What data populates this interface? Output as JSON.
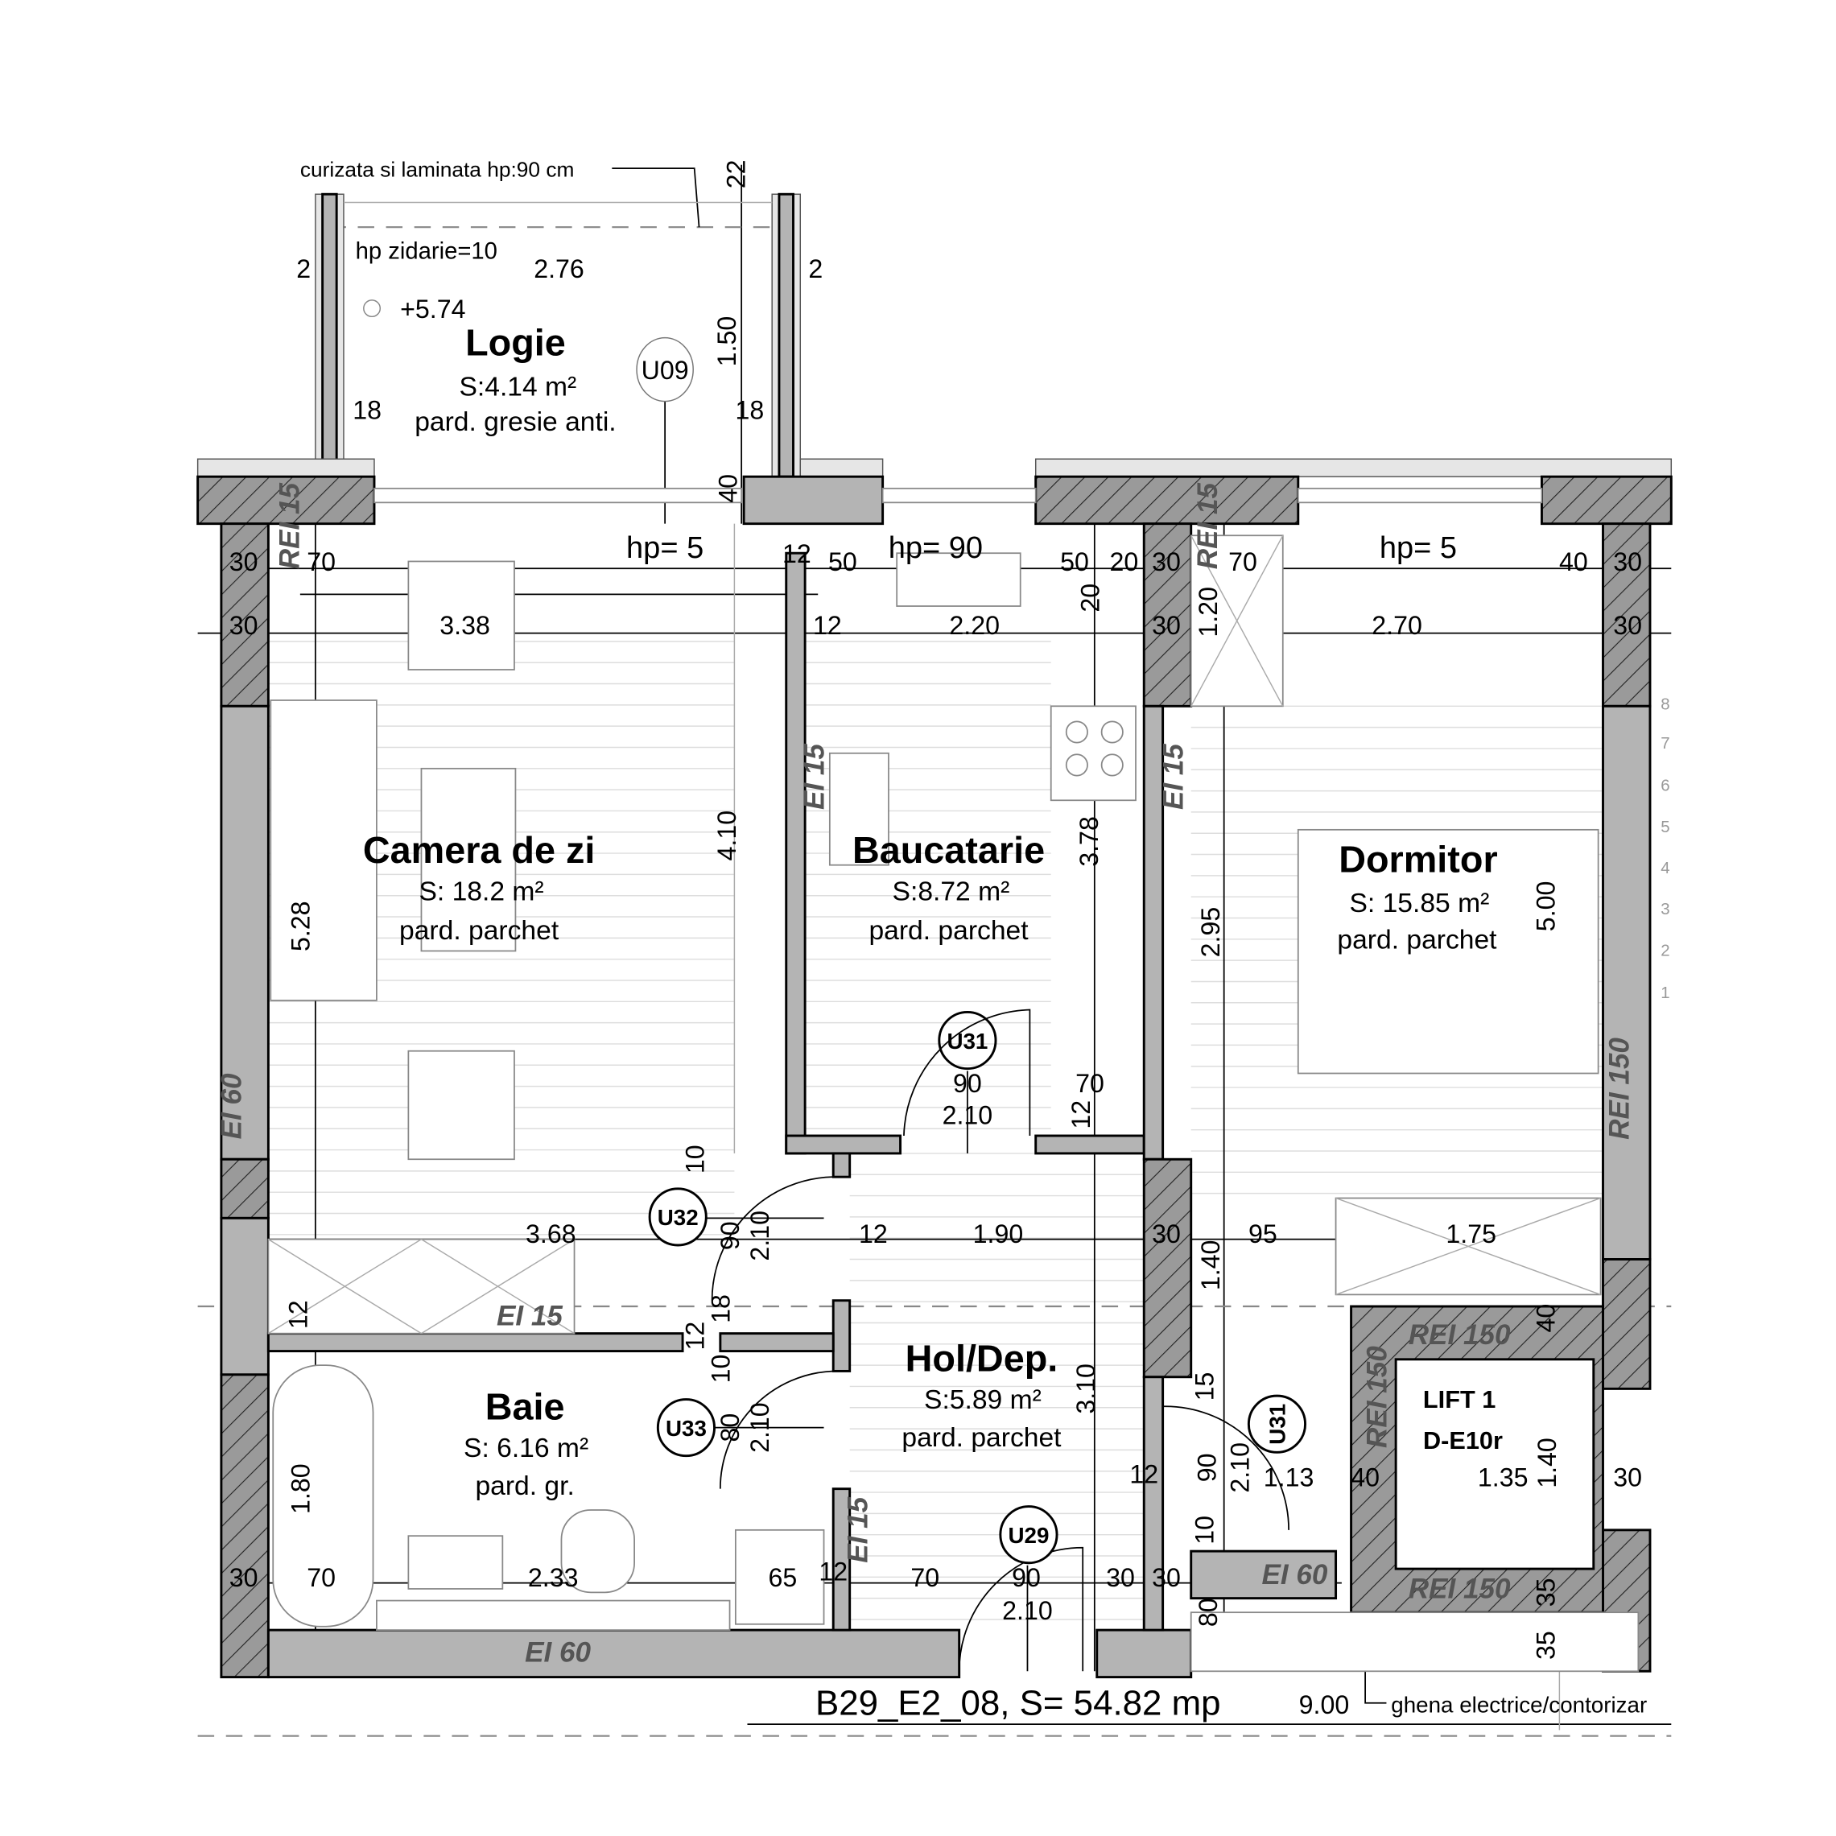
{
  "title": "B29_E2_08, S= 54.82 mp",
  "notes": {
    "railing": "curizata si laminata hp:90 cm",
    "parapet": "hp zidarie=10",
    "level": "+5.74",
    "shaft": "ghena electrice/contorizar",
    "total_length": "9.00"
  },
  "rooms": {
    "logie": {
      "name": "Logie",
      "area": "S:4.14 m²",
      "floor": "pard. gresie anti."
    },
    "camera": {
      "name": "Camera de zi",
      "area": "S: 18.2 m²",
      "floor": "pard. parchet"
    },
    "bucatarie": {
      "name": "Baucatarie",
      "area": "S:8.72 m²",
      "floor": "pard. parchet"
    },
    "dormitor": {
      "name": "Dormitor",
      "area": "S: 15.85 m²",
      "floor": "pard. parchet"
    },
    "hol": {
      "name": "Hol/Dep.",
      "area": "S:5.89 m²",
      "floor": "pard. parchet"
    },
    "baie": {
      "name": "Baie",
      "area": "S: 6.16 m²",
      "floor": "pard. gr."
    },
    "lift": {
      "name": "LIFT 1",
      "code": "D-E10r"
    }
  },
  "fire_ratings": [
    "REI 15",
    "REI 15",
    "EI 15",
    "EI 15",
    "EI 15",
    "EI 15",
    "EI 60",
    "EI 60",
    "EI 60",
    "REI 150",
    "REI 150",
    "REI 150",
    "REI 150"
  ],
  "doors": [
    "U09",
    "U31",
    "U32",
    "U33",
    "U31",
    "U29"
  ],
  "window_heights": [
    "hp= 5",
    "hp= 90",
    "hp= 5"
  ],
  "dims": [
    "22",
    "2",
    "2.76",
    "2",
    "1.50",
    "18",
    "18",
    "40",
    "30",
    "70",
    "12",
    "50",
    "50",
    "20",
    "30",
    "70",
    "40",
    "30",
    "30",
    "3.38",
    "12",
    "2.20",
    "30",
    "2.70",
    "30",
    "1.20",
    "20",
    "5.28",
    "4.10",
    "3.78",
    "2.95",
    "5.00",
    "90",
    "2.10",
    "70",
    "12",
    "10",
    "90",
    "2.10",
    "12",
    "1.90",
    "3.68",
    "30",
    "95",
    "1.75",
    "1.40",
    "12",
    "18",
    "12",
    "10",
    "40",
    "3.10",
    "80",
    "2.10",
    "15",
    "12",
    "90",
    "2.10",
    "1.13",
    "40",
    "1.35",
    "1.40",
    "30",
    "1.80",
    "10",
    "30",
    "70",
    "2.33",
    "65",
    "12",
    "70",
    "90",
    "30",
    "30",
    "35",
    "2.10",
    "80",
    "35"
  ],
  "stair_steps": [
    "8",
    "7",
    "6",
    "5",
    "4",
    "3",
    "2",
    "1"
  ]
}
